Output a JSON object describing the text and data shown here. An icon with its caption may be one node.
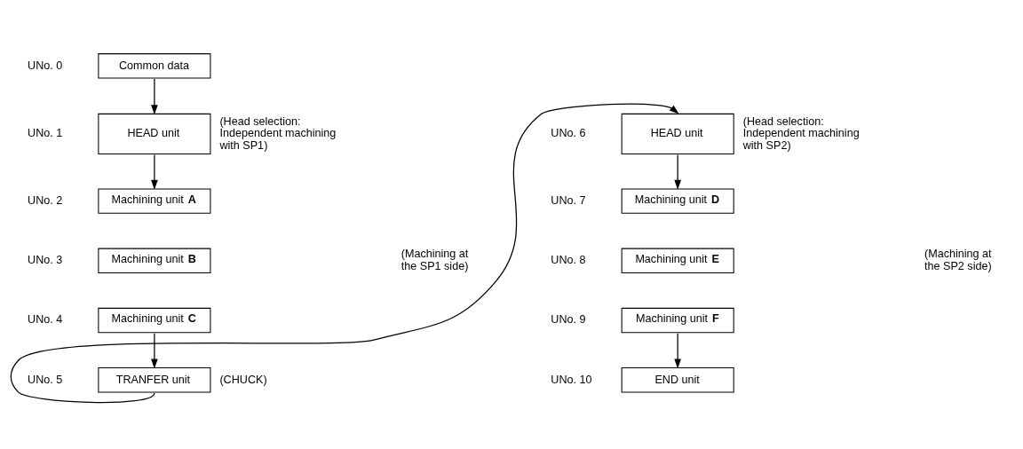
{
  "diagram": {
    "nodes": [
      {
        "text": [
          "Common data"
        ],
        "beside": [
          "UNo. 0"
        ]
      },
      {
        "text": [
          "HEAD unit"
        ],
        "beside": [
          "UNo. 1",
          "(Head selection: Independent machining with SP1)"
        ]
      },
      {
        "text": [
          "Machining unit **A**"
        ],
        "beside": [
          "UNo. 2"
        ]
      },
      {
        "text": [
          "Machining unit **B**"
        ],
        "beside": [
          "UNo. 3"
        ]
      },
      {
        "text": [
          "Machining unit **C**"
        ],
        "beside": [
          "UNo. 4"
        ]
      },
      {
        "text": [
          "TRANFER unit"
        ],
        "beside": [
          "UNo. 5",
          "(CHUCK)"
        ]
      },
      {
        "text": [
          "HEAD unit"
        ],
        "beside": [
          "UNo. 6",
          "(Head selection: Independent machining with SP2)"
        ]
      },
      {
        "text": [
          "Machining unit **D**"
        ],
        "beside": [
          "UNo. 7"
        ]
      },
      {
        "text": [
          "Machining unit **E**"
        ],
        "beside": [
          "UNo. 8"
        ]
      },
      {
        "text": [
          "Machining unit **F**"
        ],
        "beside": [
          "UNo. 9"
        ]
      },
      {
        "text": [
          "END unit"
        ],
        "beside": [
          "UNo. 10"
        ]
      }
    ],
    "edges": [
      {
        "from": 0,
        "to": 1,
        "arrow": "to"
      },
      {
        "from": 1,
        "to": 2,
        "arrow": "to"
      },
      {
        "from": 4,
        "to": 5,
        "arrow": "to"
      },
      {
        "from": 5,
        "to": 6,
        "arrow": "to"
      },
      {
        "from": 6,
        "to": 7,
        "arrow": "to"
      },
      {
        "from": 9,
        "to": 10,
        "arrow": "to"
      }
    ],
    "labels": [
      "(Machining at the SP1 side)",
      "(Machining at the SP2 side)"
    ]
  }
}
